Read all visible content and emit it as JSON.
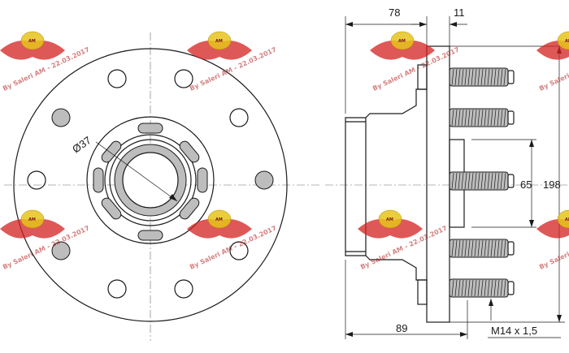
{
  "dimensions": {
    "width_top_left": "78",
    "width_top_right": "11",
    "inner_diameter": "Ø37",
    "pilot_diameter": "65",
    "flange_diameter": "198",
    "overall_length": "89",
    "thread": "M14 x 1,5"
  },
  "watermark": {
    "text": "By Saleri AM - 22.03.2017",
    "badge_text": "AM"
  },
  "colors": {
    "line": "#1a1a1a",
    "hatch": "#bdbdbd",
    "watermark_red": "#d42020",
    "watermark_gold": "#e6c41c"
  }
}
